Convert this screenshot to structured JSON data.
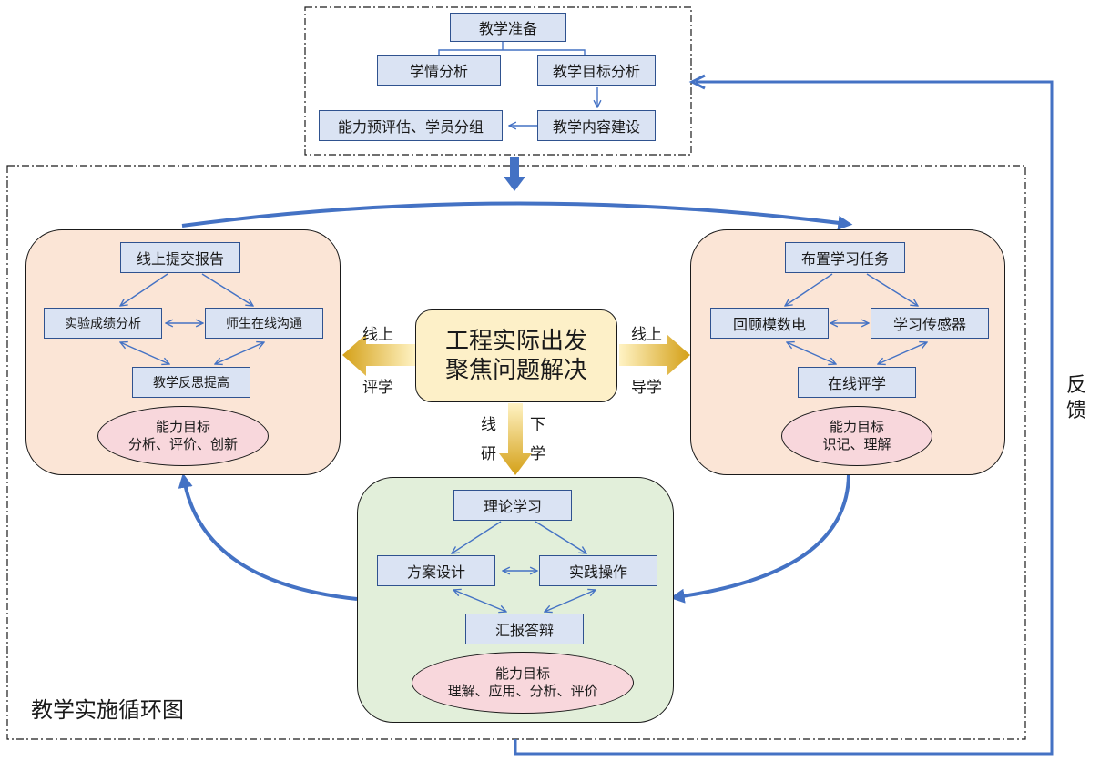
{
  "preparation": {
    "title": "教学准备",
    "learner_analysis": "学情分析",
    "objective_analysis": "教学目标分析",
    "content_building": "教学内容建设",
    "pre_assessment": "能力预评估、学员分组"
  },
  "left_panel": {
    "top": "线上提交报告",
    "mid_left": "实验成绩分析",
    "mid_right": "师生在线沟通",
    "bottom": "教学反思提高",
    "goal_title": "能力目标",
    "goal_text": "分析、评价、创新"
  },
  "right_panel": {
    "top": "布置学习任务",
    "mid_left": "回顾模数电",
    "mid_right": "学习传感器",
    "bottom": "在线评学",
    "goal_title": "能力目标",
    "goal_text": "识记、理解"
  },
  "bottom_panel": {
    "top": "理论学习",
    "mid_left": "方案设计",
    "mid_right": "实践操作",
    "bottom": "汇报答辩",
    "goal_title": "能力目标",
    "goal_text": "理解、应用、分析、评价"
  },
  "center": {
    "line1": "工程实际出发",
    "line2": "聚焦问题解决"
  },
  "arrow_labels": {
    "left_top": "线上",
    "left_bottom": "评学",
    "right_top": "线上",
    "right_bottom": "导学",
    "down_left_1": "线",
    "down_left_2": "研",
    "down_right_1": "下",
    "down_right_2": "学"
  },
  "cycle_title": "教学实施循环图",
  "feedback": {
    "char1": "反",
    "char2": "馈"
  },
  "colors": {
    "box_fill": "#dae3f3",
    "box_border": "#2f528f",
    "arrow_blue": "#4472c4",
    "panel_orange": "#fbe5d6",
    "panel_green": "#e2efda",
    "oval_pink": "#f8d7dc",
    "center_fill": "#fdf0c8",
    "gold": "#d4a017"
  }
}
